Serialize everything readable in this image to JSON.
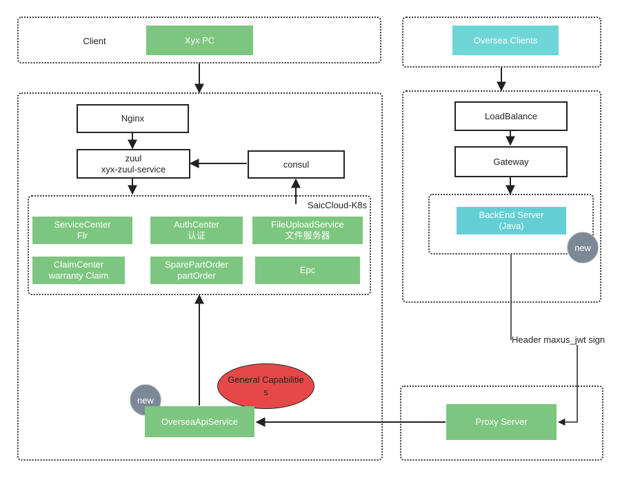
{
  "client_group": {
    "label": "Client",
    "xyx_pc": "Xyx PC"
  },
  "oversea_group": {
    "oversea_clients": "Oversea Clients"
  },
  "core": {
    "nginx": "Nginx",
    "zuul": "zuul\nxyx-zuul-service",
    "consul": "consul",
    "k8s_label": "SaicCloud-K8s",
    "services": [
      "ServiceCenter\nFlr",
      "AuthCenter\n认证",
      "FileUploadService\n文件服务器",
      "ClaimCenter\nwarranty Claim",
      "SparePartOrder\npartOrder",
      "Epc"
    ],
    "general_capabilities": "General Capabilitie\ns",
    "oversea_api_service": "OverseaApiService",
    "new_badge": "new"
  },
  "oversea_stack": {
    "load_balance": "LoadBalance",
    "gateway": "Gateway",
    "backend_server": "BackEnd Server\n(Java)",
    "new_badge": "new"
  },
  "edge_label": "Header maxus_jwt sign",
  "proxy": {
    "proxy_server": "Proxy Server"
  },
  "colors": {
    "green": "#7dc67f",
    "teal": "#6fd6d8",
    "red": "#e64848",
    "badge": "#7d8896"
  }
}
